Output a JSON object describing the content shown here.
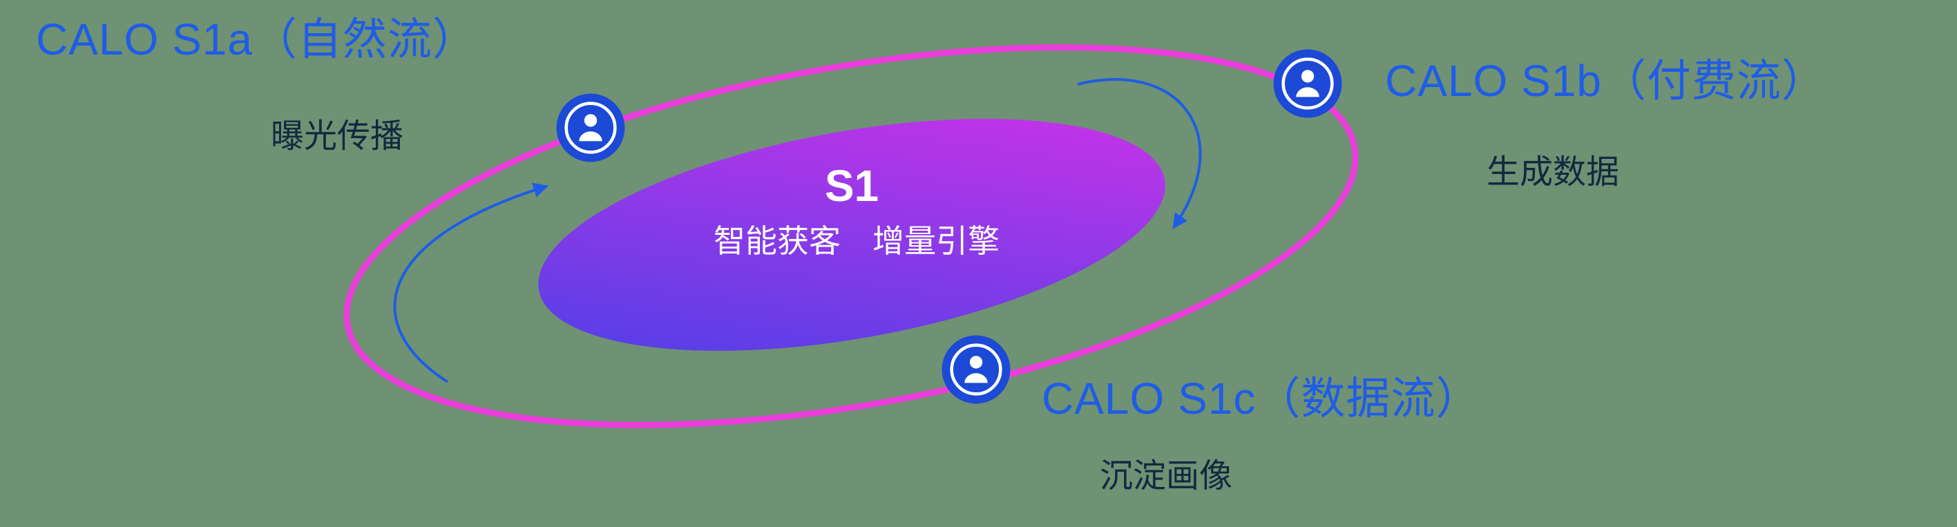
{
  "background": "#6E9273",
  "core": {
    "title": "S1",
    "subtitle": "智能获客　增量引擎"
  },
  "nodes": [
    {
      "id": "s1a",
      "label": "CALO S1a（自然流）",
      "sublabel": "曝光传播",
      "icon": "user-icon"
    },
    {
      "id": "s1b",
      "label": "CALO S1b（付费流）",
      "sublabel": "生成数据",
      "icon": "user-icon"
    },
    {
      "id": "s1c",
      "label": "CALO S1c（数据流）",
      "sublabel": "沉淀画像",
      "icon": "user-icon"
    }
  ],
  "colors": {
    "ring_magenta": "#EC3EDC",
    "core_gradient_start": "#4740E6",
    "core_gradient_end": "#D431E9",
    "label_blue": "#1F5CE8",
    "text_dark": "#13293F",
    "icon_blue": "#1C49D6",
    "arrow_blue": "#1D5DE6",
    "background_green": "#6E9273"
  }
}
